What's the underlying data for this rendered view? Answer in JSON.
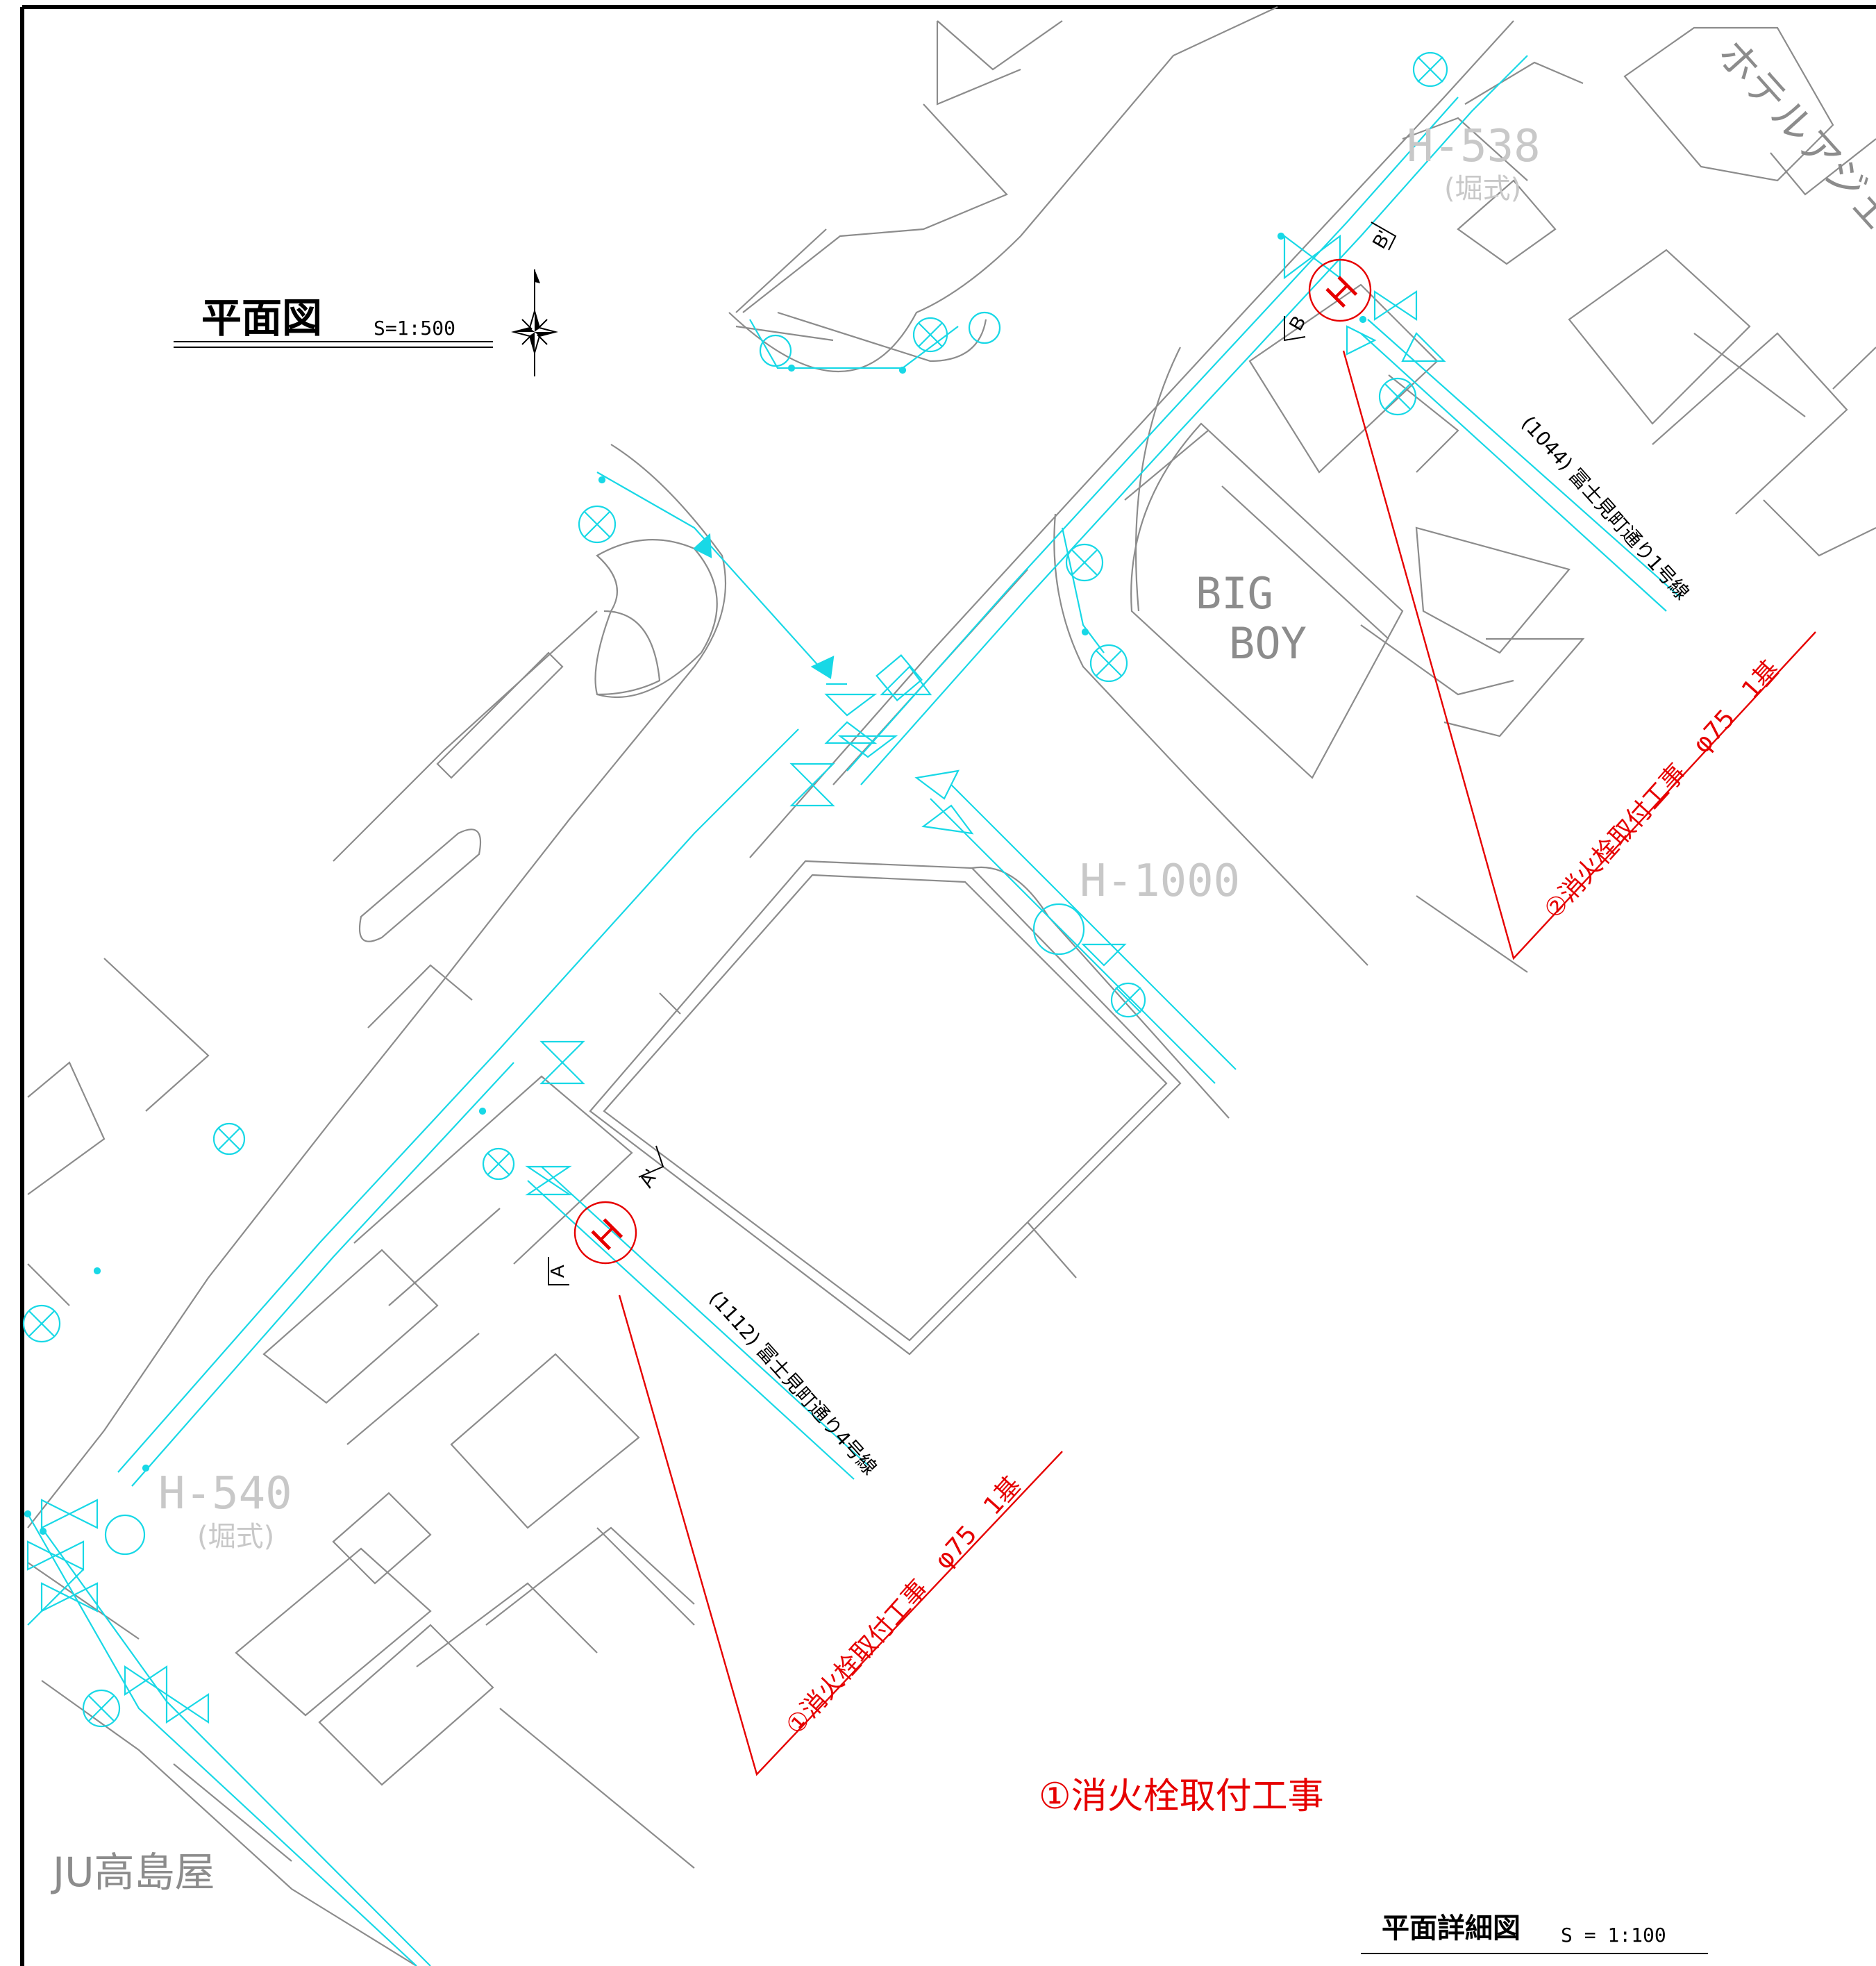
{
  "title": {
    "main": "平面図",
    "scale": "S=1:500"
  },
  "detail_title": {
    "main": "平面詳細図",
    "scale": "S = 1:100"
  },
  "project_label": "①消火栓取付工事",
  "hydrant_1": {
    "symbol": "H",
    "leader_text": "①消火栓取付工事　φ75　1基",
    "section_start": "A",
    "section_end": "A'"
  },
  "hydrant_2": {
    "symbol": "H",
    "leader_text": "②消火栓取付工事　φ75　1基",
    "section_start": "B",
    "section_end": "B'"
  },
  "road_labels": {
    "fujimi_1": "(1044) 冨士見町通り1号線",
    "fujimi_4": "(1112) 冨士見町通り4号線"
  },
  "existing_hydrants": {
    "h538": {
      "id": "H-538",
      "type": "(堀式)"
    },
    "h1000": {
      "id": "H-1000"
    },
    "h540": {
      "id": "H-540",
      "type": "(堀式)"
    }
  },
  "buildings": {
    "hotel": "ホテルアジェンダ",
    "bigboy_1": "BIG",
    "bigboy_2": "BOY",
    "takashimaya": "JU高島屋"
  },
  "colors": {
    "water_main": "#18d8e6",
    "base_map": "#8c8c8c",
    "new_work": "#e60000",
    "frame": "#000000"
  }
}
